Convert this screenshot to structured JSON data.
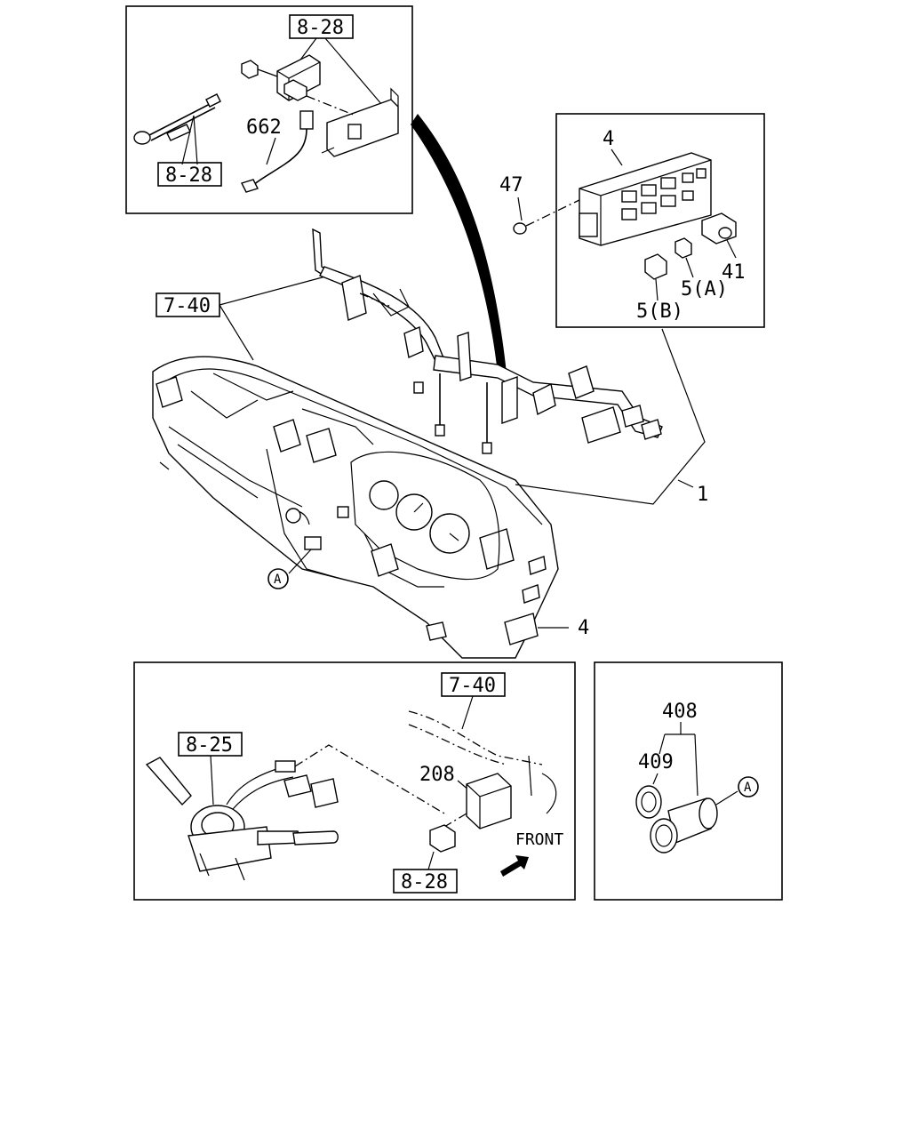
{
  "labels": {
    "ref_8_28_top": "8-28",
    "ref_8_28_left": "8-28",
    "part_662": "662",
    "part_4_unit": "4",
    "part_47": "47",
    "part_41": "41",
    "part_5a": "5(A)",
    "part_5b": "5(B)",
    "ref_7_40_main": "7-40",
    "part_1": "1",
    "callout_a_dash": "A",
    "part_4_dash": "4",
    "ref_7_40_bottom": "7-40",
    "ref_8_25": "8-25",
    "part_208": "208",
    "front": "FRONT",
    "ref_8_28_bottom": "8-28",
    "part_408": "408",
    "part_409": "409",
    "callout_a_lighter": "A"
  }
}
